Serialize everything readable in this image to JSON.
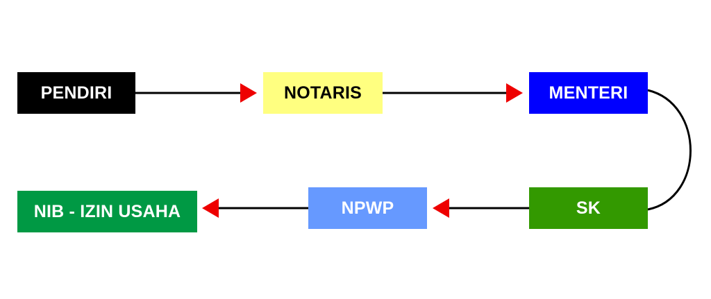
{
  "nodes": {
    "pendiri": {
      "label": "PENDIRI",
      "bg": "#000000",
      "fg": "#ffffff"
    },
    "notaris": {
      "label": "NOTARIS",
      "bg": "#ffff80",
      "fg": "#000000"
    },
    "menteri": {
      "label": "MENTERI",
      "bg": "#0000ff",
      "fg": "#ffffff"
    },
    "sk": {
      "label": "SK",
      "bg": "#339900",
      "fg": "#ffffff"
    },
    "npwp": {
      "label": "NPWP",
      "bg": "#6699ff",
      "fg": "#ffffff"
    },
    "nib": {
      "label": "NIB - IZIN USAHA",
      "bg": "#009944",
      "fg": "#ffffff"
    }
  },
  "edges": [
    {
      "from": "PENDIRI",
      "to": "NOTARIS"
    },
    {
      "from": "NOTARIS",
      "to": "MENTERI"
    },
    {
      "from": "MENTERI",
      "to": "SK"
    },
    {
      "from": "SK",
      "to": "NPWP"
    },
    {
      "from": "NPWP",
      "to": "NIB - IZIN USAHA"
    }
  ],
  "colors": {
    "line": "#000000",
    "arrowhead": "#ee0000",
    "background": "#ffffff"
  }
}
